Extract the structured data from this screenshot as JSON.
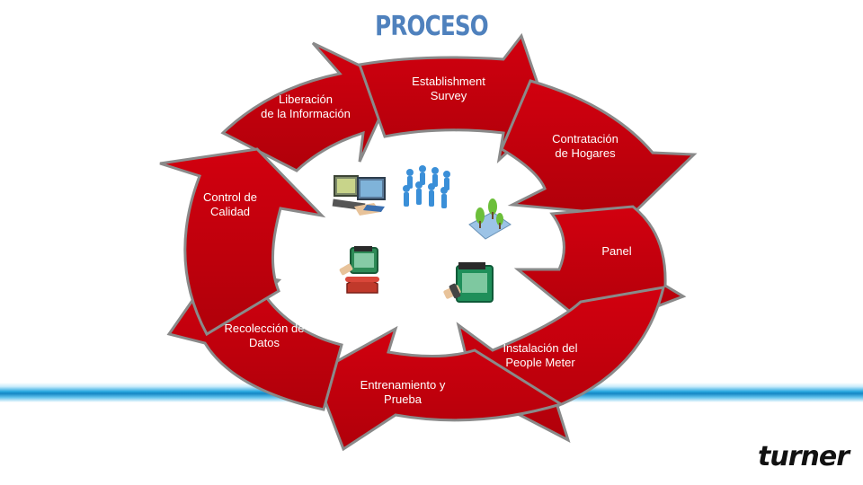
{
  "title": "PROCESO",
  "stages": [
    {
      "label": "Establishment\nSurvey"
    },
    {
      "label": "Contratación\nde Hogares"
    },
    {
      "label": "Panel"
    },
    {
      "label": "Instalación del\nPeople Meter"
    },
    {
      "label": "Entrenamiento y\nPrueba"
    },
    {
      "label": "Recolección de\nDatos"
    },
    {
      "label": "Control de\nCalidad"
    },
    {
      "label": "Liberación\nde la Información"
    }
  ],
  "logo": "Turner",
  "colors": {
    "arrow": "#c0000a",
    "arrow_edge": "#8a8a8a",
    "title": "#4f81bd",
    "band": "#1e9ad6"
  },
  "icons": [
    "people-group-icon",
    "trees-map-icon",
    "people-meter-device-icon",
    "telephone-device-icon",
    "computer-monitors-icon"
  ]
}
